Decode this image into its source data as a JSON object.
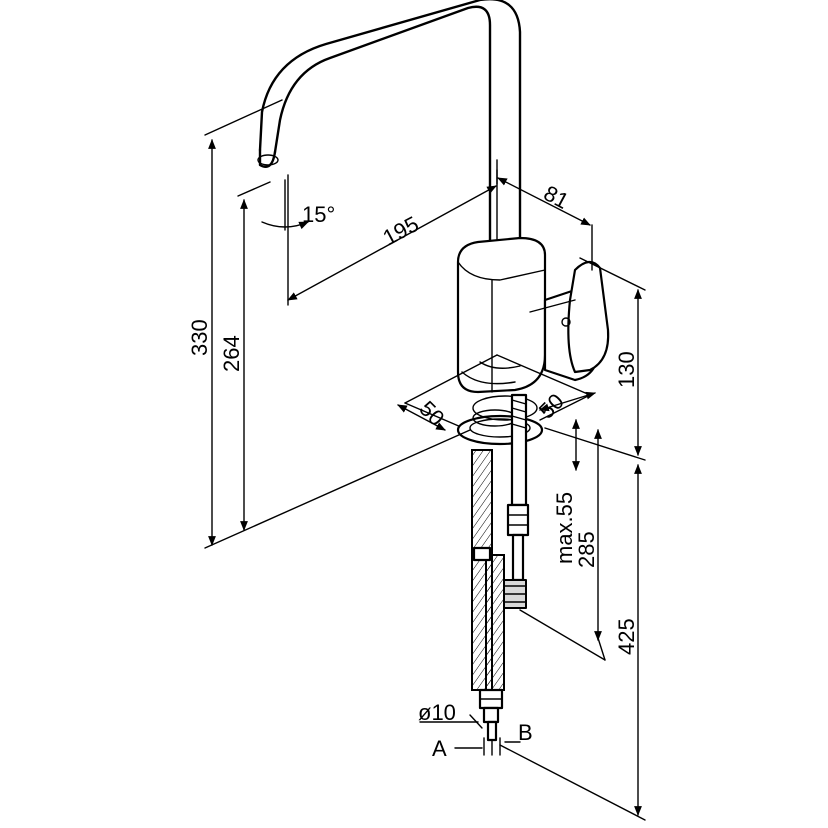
{
  "dimensions": {
    "angle": "15°",
    "reach": "195",
    "body_depth": "81",
    "total_height": "330",
    "spout_height": "264",
    "body_height": "130",
    "base_left": "50",
    "base_right": "50",
    "max_thickness": "max.55",
    "shank_length": "285",
    "hose_length": "425",
    "hose_diameter": "ø10"
  },
  "labels": {
    "hose_a": "A",
    "hose_b": "B"
  }
}
